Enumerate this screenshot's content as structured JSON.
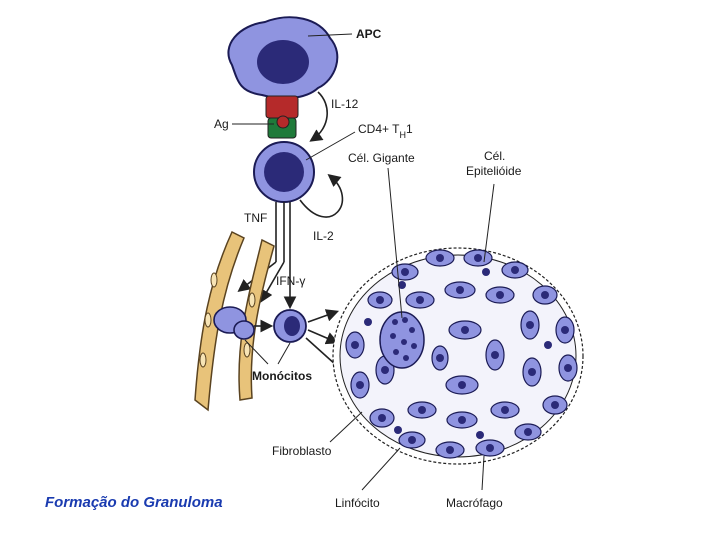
{
  "caption": "Formação do Granuloma",
  "labels": {
    "apc": "APC",
    "il12": "IL-12",
    "ag": "Ag",
    "cd4_main": "CD4+ T",
    "cd4_sub": "H",
    "cd4_tail": "1",
    "cel_gigante": "Cél. Gigante",
    "cel_line1": "Cél.",
    "cel_line2": "Epitelióide",
    "tnf": "TNF",
    "il2": "IL-2",
    "ifn": "IFN-γ",
    "monocitos": "Monócitos",
    "fibroblasto": "Fibroblasto",
    "linfocito": "Linfócito",
    "macrofago": "Macrófago"
  },
  "colors": {
    "cell_fill": "#8f94e0",
    "nucleus": "#2b2a78",
    "receptor_red": "#b52a2a",
    "receptor_green": "#1f7a3a",
    "vessel": "#e8c37a",
    "caption": "#1a3bb0"
  }
}
